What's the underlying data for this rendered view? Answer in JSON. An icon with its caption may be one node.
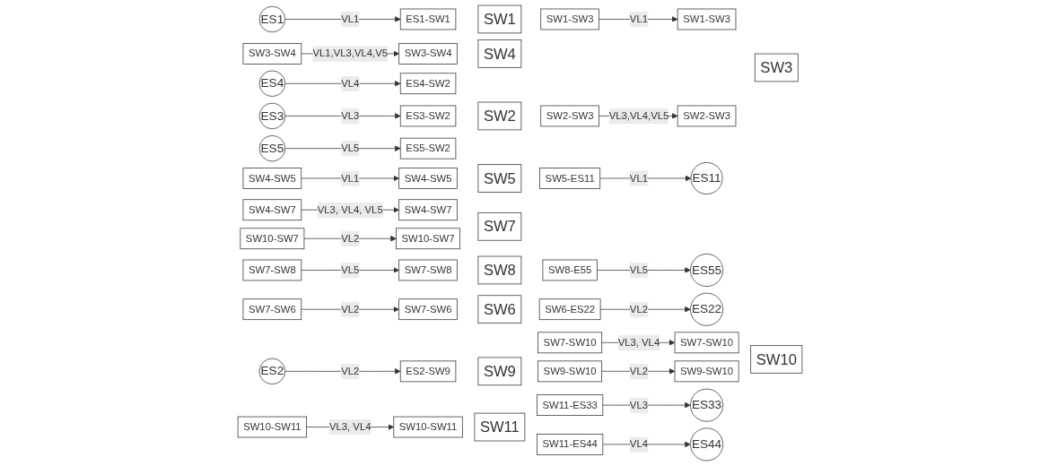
{
  "diagram": {
    "nodes": [
      {
        "text": [
          "ES1"
        ]
      },
      {
        "text": [
          "ES1-SW1"
        ]
      },
      {
        "text": [
          "SW1"
        ]
      },
      {
        "text": [
          "SW1-SW3"
        ]
      },
      {
        "text": [
          "SW1-SW3"
        ]
      },
      {
        "text": [
          "SW2-SW3"
        ]
      },
      {
        "text": [
          "SW3"
        ]
      },
      {
        "text": [
          "SW3-SW4"
        ]
      },
      {
        "text": [
          "SW3-SW4"
        ]
      },
      {
        "text": [
          "SW4"
        ]
      },
      {
        "text": [
          "SW4-SW5"
        ]
      },
      {
        "text": [
          "SW4-SW7"
        ]
      },
      {
        "text": [
          "SW4-SW5"
        ]
      },
      {
        "text": [
          "SW5"
        ]
      },
      {
        "text": [
          "SW5-ES11"
        ]
      },
      {
        "text": [
          "ES11"
        ]
      },
      {
        "text": [
          "ES4"
        ]
      },
      {
        "text": [
          "ES3"
        ]
      },
      {
        "text": [
          "ES4-SW2"
        ]
      },
      {
        "text": [
          "ES3-SW2"
        ]
      },
      {
        "text": [
          "ES5-SW2"
        ]
      },
      {
        "text": [
          "SW2"
        ]
      },
      {
        "text": [
          "SW2-SW3"
        ]
      },
      {
        "text": [
          "ES5"
        ]
      },
      {
        "text": [
          "SW4-SW7"
        ]
      },
      {
        "text": [
          "SW10-SW7"
        ]
      },
      {
        "text": [
          "SW7"
        ]
      },
      {
        "text": [
          "SW7-SW8"
        ]
      },
      {
        "text": [
          "SW7-SW6"
        ]
      },
      {
        "text": [
          "SW7-SW10"
        ]
      },
      {
        "text": [
          "SW7-SW8"
        ]
      },
      {
        "text": [
          "SW8"
        ]
      },
      {
        "text": [
          "SW8-E55"
        ]
      },
      {
        "text": [
          "ES55"
        ]
      },
      {
        "text": [
          "SW7-SW6"
        ]
      },
      {
        "text": [
          "SW6"
        ]
      },
      {
        "text": [
          "SW6-ES22"
        ]
      },
      {
        "text": [
          "ES22"
        ]
      },
      {
        "text": [
          "ES2"
        ]
      },
      {
        "text": [
          "SW7-SW10"
        ]
      },
      {
        "text": [
          "SW10"
        ]
      },
      {
        "text": [
          "SW10-SW7"
        ]
      },
      {
        "text": [
          "SW9-SW10"
        ]
      },
      {
        "text": [
          "SW10-SW11"
        ]
      },
      {
        "text": [
          "ES2-SW9"
        ]
      },
      {
        "text": [
          "SW9"
        ]
      },
      {
        "text": [
          "SW9-SW10"
        ]
      },
      {
        "text": [
          "ES33"
        ]
      },
      {
        "text": [
          "SW10-SW11"
        ]
      },
      {
        "text": [
          "SW11"
        ]
      },
      {
        "text": [
          "SW11-ES33"
        ]
      },
      {
        "text": [
          "SW11-ES44"
        ]
      },
      {
        "text": [
          "ES44"
        ]
      }
    ],
    "edges": [
      {
        "from": 0,
        "to": 1,
        "arrow": "to",
        "label": "VL1"
      },
      {
        "from": 3,
        "to": 4,
        "arrow": "to",
        "label": "VL1"
      },
      {
        "from": 22,
        "to": 5,
        "arrow": "to",
        "label": "VL3,VL4,VL5"
      },
      {
        "from": 7,
        "to": 8,
        "arrow": "to",
        "label": "VL1,VL3,VL4,V5"
      },
      {
        "from": 10,
        "to": 12,
        "arrow": "to",
        "label": "VL1"
      },
      {
        "from": 14,
        "to": 15,
        "arrow": "to",
        "label": "VL1"
      },
      {
        "from": 11,
        "to": 24,
        "arrow": "to",
        "label": "VL3, VL4, VL5"
      },
      {
        "from": 16,
        "to": 18,
        "arrow": "to",
        "label": "VL4"
      },
      {
        "from": 17,
        "to": 19,
        "arrow": "to",
        "label": "VL3"
      },
      {
        "from": 23,
        "to": 20,
        "arrow": "to",
        "label": "VL5"
      },
      {
        "from": 27,
        "to": 30,
        "arrow": "to",
        "label": "VL5"
      },
      {
        "from": 32,
        "to": 33,
        "arrow": "to",
        "label": "VL5"
      },
      {
        "from": 28,
        "to": 34,
        "arrow": "to",
        "label": "VL2"
      },
      {
        "from": 29,
        "to": 39,
        "arrow": "to",
        "label": "VL3, VL4"
      },
      {
        "from": 41,
        "to": 25,
        "arrow": "to",
        "label": "VL2"
      },
      {
        "from": 36,
        "to": 37,
        "arrow": "to",
        "label": "VL2"
      },
      {
        "from": 38,
        "to": 44,
        "arrow": "to",
        "label": "VL2"
      },
      {
        "from": 46,
        "to": 42,
        "arrow": "to",
        "label": "VL2"
      },
      {
        "from": 43,
        "to": 48,
        "arrow": "to",
        "label": "VL3, VL4"
      },
      {
        "from": 50,
        "to": 47,
        "arrow": "to",
        "label": "VL3"
      },
      {
        "from": 51,
        "to": 52,
        "arrow": "to",
        "label": "VL4"
      }
    ]
  }
}
